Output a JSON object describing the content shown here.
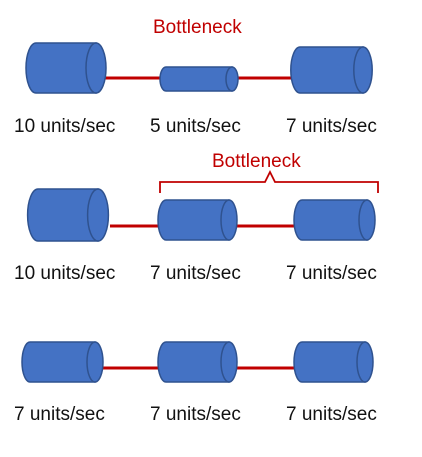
{
  "colors": {
    "pipe_fill": "#4472c4",
    "pipe_stroke": "#2f528f",
    "connector": "#c00000",
    "label_text": "#111111"
  },
  "rows": [
    {
      "title": "Bottleneck",
      "bracket": false,
      "rates": [
        "10 units/sec",
        "5 units/sec",
        "7 units/sec"
      ]
    },
    {
      "title": "Bottleneck",
      "bracket": true,
      "rates": [
        "10 units/sec",
        "7 units/sec",
        "7 units/sec"
      ]
    },
    {
      "rates": [
        "7 units/sec",
        "7 units/sec",
        "7 units/sec"
      ]
    }
  ]
}
